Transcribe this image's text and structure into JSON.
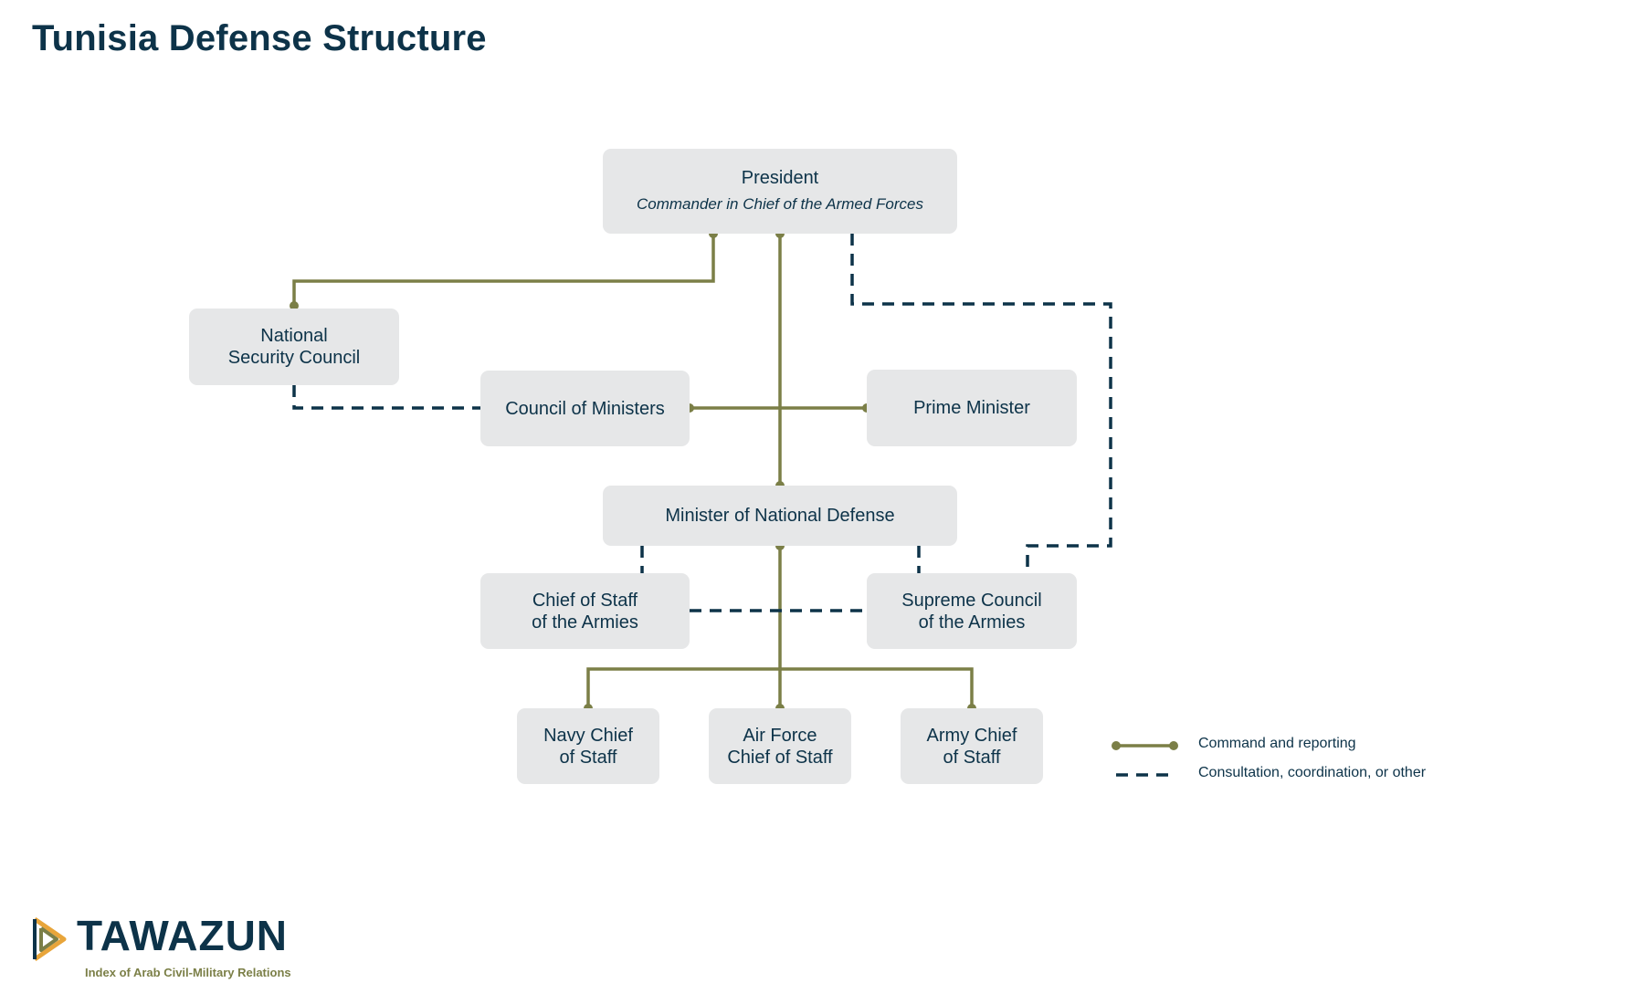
{
  "title": "Tunisia Defense Structure",
  "nodes": {
    "president": {
      "title": "President",
      "subtitle": "Commander in Chief of the Armed Forces"
    },
    "nsc": {
      "title": "National\nSecurity Council"
    },
    "council_ministers": {
      "title": "Council of Ministers"
    },
    "prime_minister": {
      "title": "Prime Minister"
    },
    "mnd": {
      "title": "Minister of National Defense"
    },
    "cos_armies": {
      "title": "Chief of Staff\nof the Armies"
    },
    "supreme_council": {
      "title": "Supreme Council\nof the Armies"
    },
    "navy": {
      "title": "Navy Chief\nof Staff"
    },
    "air_force": {
      "title": "Air Force\nChief of Staff"
    },
    "army": {
      "title": "Army Chief\nof Staff"
    }
  },
  "legend": {
    "command": "Command and reporting",
    "consultation": "Consultation, coordination, or other"
  },
  "colors": {
    "command_line": "#7b7f47",
    "consultation_line": "#0d3349",
    "node_fill": "#e6e7e8",
    "text": "#0d3349",
    "logo_accent_orange": "#e8a53a",
    "logo_accent_olive": "#7b7f47"
  },
  "logo": {
    "name": "TAWAZUN",
    "tagline": "Index of Arab Civil-Military Relations",
    "icon": "play-triangle-logo-icon"
  }
}
